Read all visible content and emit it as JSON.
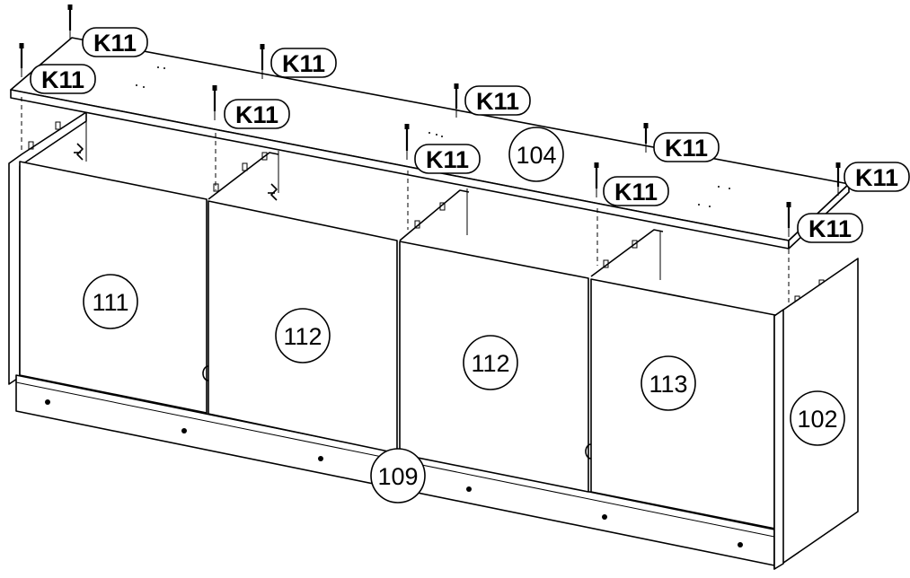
{
  "part_labels": {
    "top": "104",
    "side": "102",
    "plinth": "109",
    "door_left": "111",
    "door_mid_left": "112",
    "door_mid_right": "112",
    "door_right": "113"
  },
  "fastener_label": "K11",
  "fastener_count": 10,
  "colors": {
    "ink": "#000000",
    "paper": "#ffffff"
  }
}
